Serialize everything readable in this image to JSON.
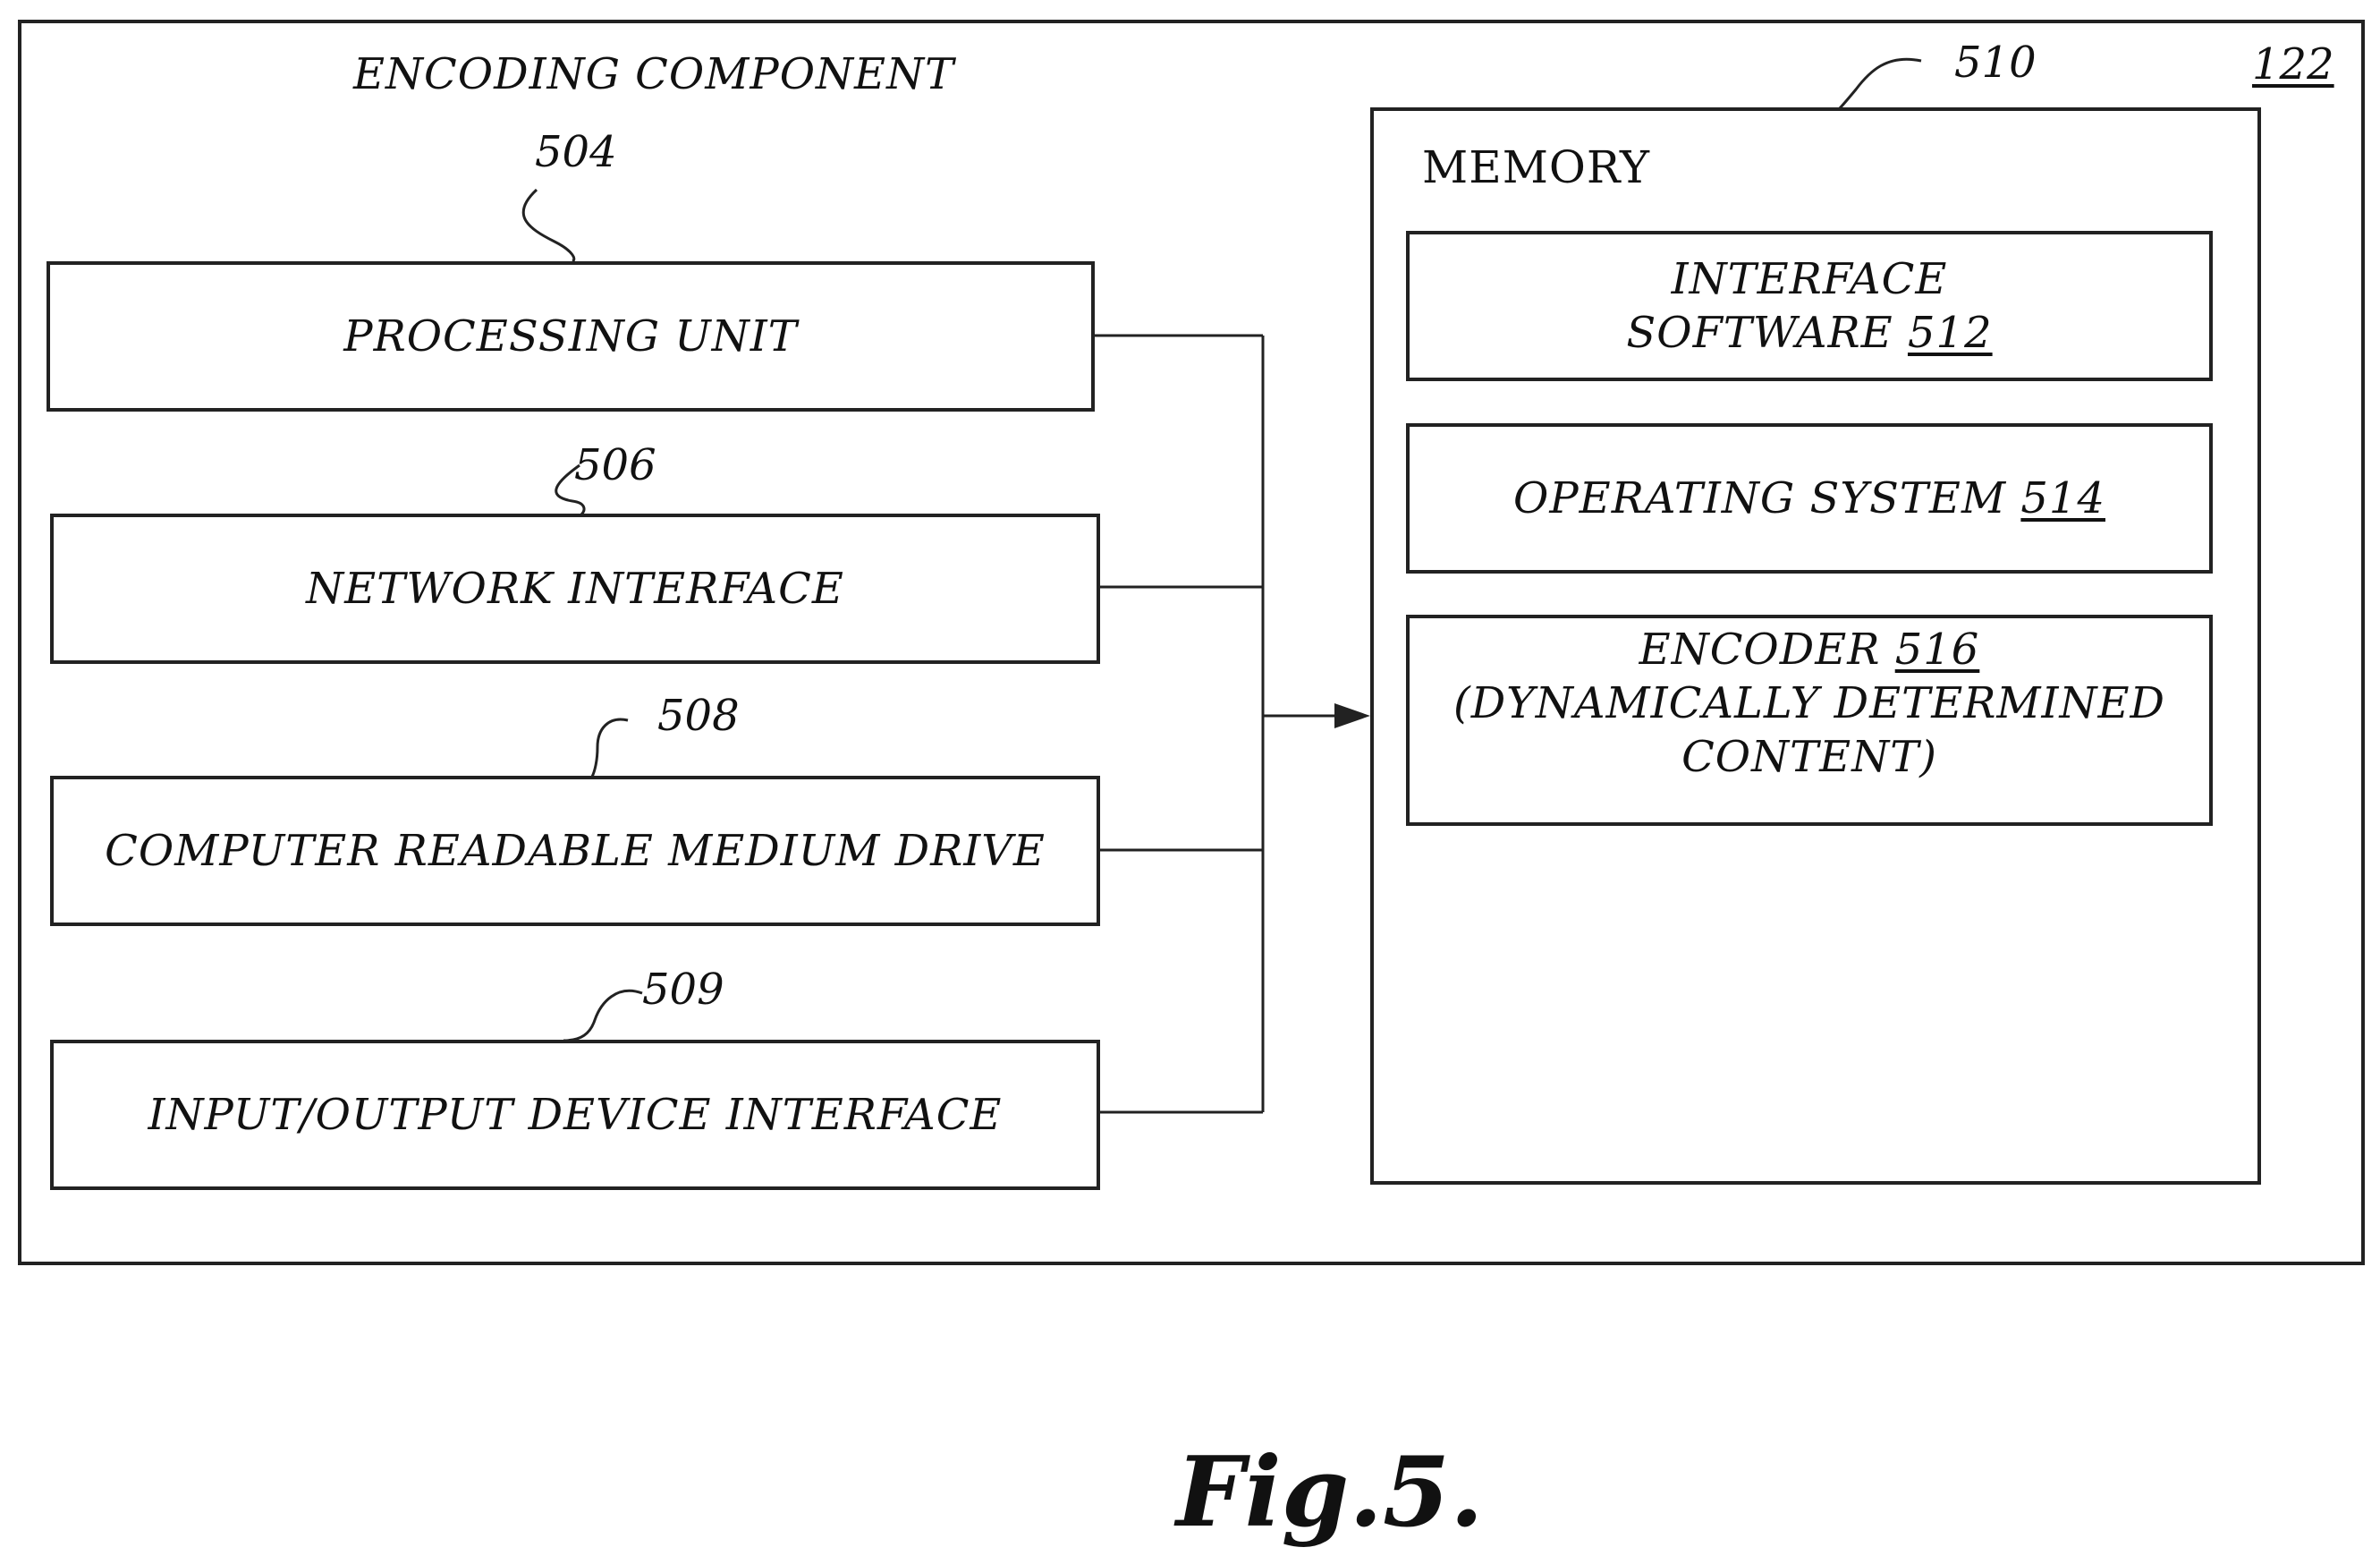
{
  "figure": {
    "caption": "Fig.5.",
    "component_ref": "122",
    "component_title": "ENCODING COMPONENT"
  },
  "left_blocks": [
    {
      "ref": "504",
      "label": "PROCESSING UNIT"
    },
    {
      "ref": "506",
      "label": "NETWORK INTERFACE"
    },
    {
      "ref": "508",
      "label": "COMPUTER READABLE MEDIUM DRIVE"
    },
    {
      "ref": "509",
      "label": "INPUT/OUTPUT DEVICE INTERFACE"
    }
  ],
  "memory": {
    "ref": "510",
    "title": "MEMORY",
    "items": [
      {
        "line1": "INTERFACE",
        "line2": "SOFTWARE",
        "ref": "512"
      },
      {
        "line1": "OPERATING SYSTEM",
        "ref": "514"
      },
      {
        "line1": "ENCODER",
        "ref": "516",
        "line2": "(DYNAMICALLY DETERMINED",
        "line3": "CONTENT)"
      }
    ]
  }
}
